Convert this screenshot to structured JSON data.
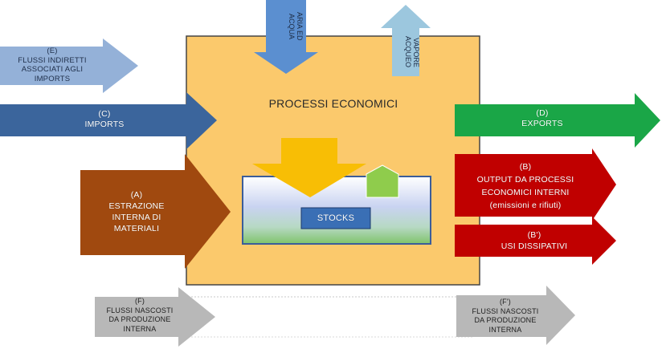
{
  "main_box": {
    "title": "PROCESSI ECONOMICI"
  },
  "stocks": {
    "label": "STOCKS"
  },
  "inputs": {
    "aria_acqua": [
      "ARIA ED",
      "ACQUA"
    ],
    "e": [
      "(E)",
      "FLUSSI INDIRETTI",
      "ASSOCIATI AGLI",
      "IMPORTS"
    ],
    "c": [
      "(C)",
      "IMPORTS"
    ],
    "a": [
      "(A)",
      "ESTRAZIONE",
      "INTERNA  DI",
      "MATERIALI"
    ],
    "f": [
      "(F)",
      "FLUSSI NASCOSTI",
      "DA  PRODUZIONE",
      "INTERNA"
    ]
  },
  "outputs": {
    "vapore": [
      "VAPORE",
      "ACQUEO"
    ],
    "d": [
      "(D)",
      "EXPORTS"
    ],
    "b": [
      "(B)",
      "OUTPUT  DA PROCESSI",
      "ECONOMICI INTERNI",
      "(emissioni e rifiuti)"
    ],
    "b_prime": [
      "(B')",
      "USI DISSIPATIVI"
    ],
    "f_prime": [
      "(F')",
      "FLUSSI NASCOSTI",
      "DA PRODUZIONE",
      "INTERNA"
    ]
  },
  "colors": {
    "process_fill": "#fbc96c",
    "process_border": "#454545",
    "imports_blue": "#3b659c",
    "indirect_blue": "#94b1d8",
    "air_water_blue": "#5b8fd0",
    "vapor_blue": "#9cc7de",
    "extraction_brown": "#a0490f",
    "exports_green": "#1aa647",
    "output_red": "#c00000",
    "hidden_gray": "#b8b8b8",
    "stock_arrow_yellow": "#f8be05",
    "stock_house_green": "#8fcc4c",
    "stocks_label_blue": "#3a6fb5"
  }
}
